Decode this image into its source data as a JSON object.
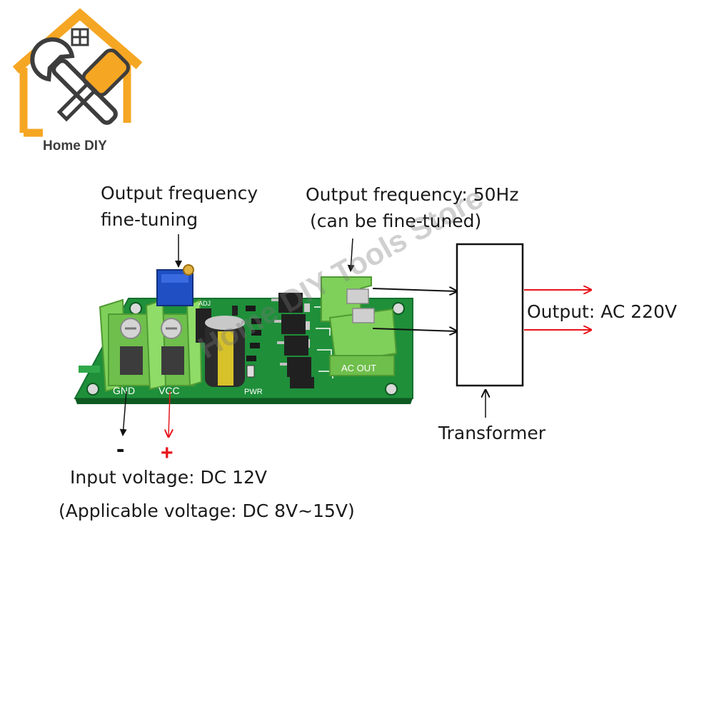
{
  "brand": {
    "name": "Home DIY",
    "color_orange": "#f5a623",
    "color_gray": "#3d3d3d",
    "icon": "house-with-wrench-and-screwdriver-logo"
  },
  "watermark": "Home DIY Tools Store",
  "labels": {
    "fine_tuning_line1": "Output frequency",
    "fine_tuning_line2": "fine-tuning",
    "output_freq_line1": "Output frequency: 50Hz",
    "output_freq_line2": "(can be fine-tuned)",
    "output_ac": "Output: AC 220V",
    "transformer": "Transformer",
    "minus": "-",
    "plus": "+",
    "input_voltage": "Input voltage: DC 12V",
    "applicable_voltage": "(Applicable voltage: DC 8V~15V)"
  },
  "board": {
    "gnd": "GND",
    "vcc": "VCC",
    "pwr": "PWR",
    "ac_out": "AC OUT",
    "adj": "ADJ",
    "pcb_color": "#1f8f3a",
    "terminal_color": "#7fd05a"
  },
  "colors": {
    "arrow_black": "#111111",
    "arrow_red": "#e8141b"
  }
}
